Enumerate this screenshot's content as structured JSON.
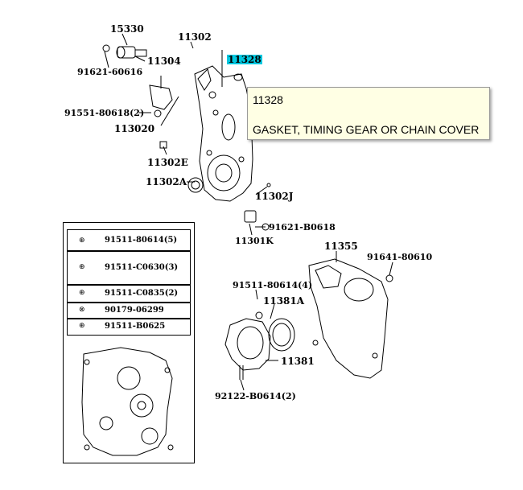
{
  "callouts": {
    "p15330": "15330",
    "p91621_60616": "91621-60616",
    "p11304": "11304",
    "p11302": "11302",
    "p11328": "11328",
    "p91551_80618": "91551-80618(2)",
    "p113020": "113020",
    "p11302e": "11302E",
    "p11302a": "11302A",
    "p11302j": "11302J",
    "p91621_b0618": "91621-B0618",
    "p11301k": "11301K",
    "p11355": "11355",
    "p91641_80610": "91641-80610",
    "p91511_80614_4": "91511-80614(4)",
    "p11381a": "11381A",
    "p11381": "11381",
    "p92122_b0614": "92122-B0614(2)"
  },
  "tooltip": {
    "part_number": "11328",
    "description": "GASKET, TIMING GEAR OR CHAIN COVER"
  },
  "legend": {
    "rows": [
      {
        "text": "91511-80614(5)"
      },
      {
        "text": "91511-C0630(3)"
      },
      {
        "text": "91511-C0835(2)"
      },
      {
        "text": "90179-06299"
      },
      {
        "text": "91511-B0625"
      }
    ]
  },
  "colors": {
    "highlight": "#00c8e0",
    "tooltip_bg": "#ffffe4"
  }
}
